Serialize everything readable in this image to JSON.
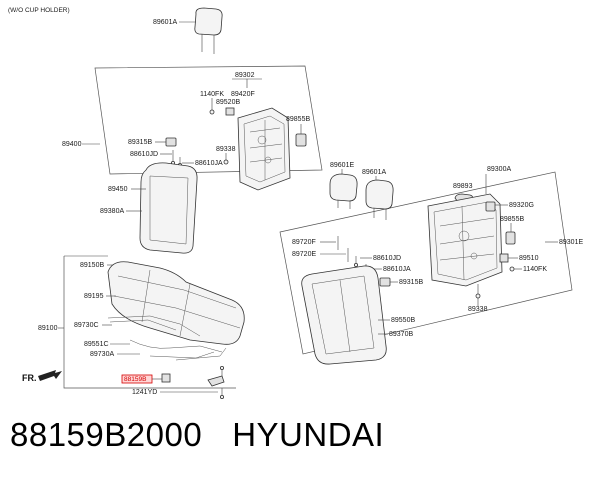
{
  "header_note": "(W/O CUP HOLDER)",
  "caption": {
    "part_number": "88159B2000",
    "brand": "HYUNDAI"
  },
  "direction_label": "FR.",
  "labels": {
    "p89601A_left": "89601A",
    "p89302": "89302",
    "p1140FK_left": "1140FK",
    "p89420F": "89420F",
    "p89520B": "89520B",
    "p89855B_left": "89855B",
    "p89400": "89400",
    "p89315B_left": "89315B",
    "p88610JD_left": "88610JD",
    "p88610JA_left": "88610JA",
    "p89338_left": "89338",
    "p89450": "89450",
    "p89380A": "89380A",
    "p89601E": "89601E",
    "p89601A_right": "89601A",
    "p89300A": "89300A",
    "p89893": "89893",
    "p89320G": "89320G",
    "p89855B_right": "89855B",
    "p89301E": "89301E",
    "p89510": "89510",
    "p1140FK_right": "1140FK",
    "p89720F": "89720F",
    "p89720E": "89720E",
    "p88610JD_right": "88610JD",
    "p88610JA_right": "88610JA",
    "p89315B_right": "89315B",
    "p89338_right": "89338",
    "p89550B": "89550B",
    "p89370B": "89370B",
    "p89150B": "89150B",
    "p89195": "89195",
    "p89100": "89100",
    "p89730C": "89730C",
    "p89551C": "89551C",
    "p89730A": "89730A",
    "p88159B": "88159B",
    "p1241YD": "1241YD"
  }
}
